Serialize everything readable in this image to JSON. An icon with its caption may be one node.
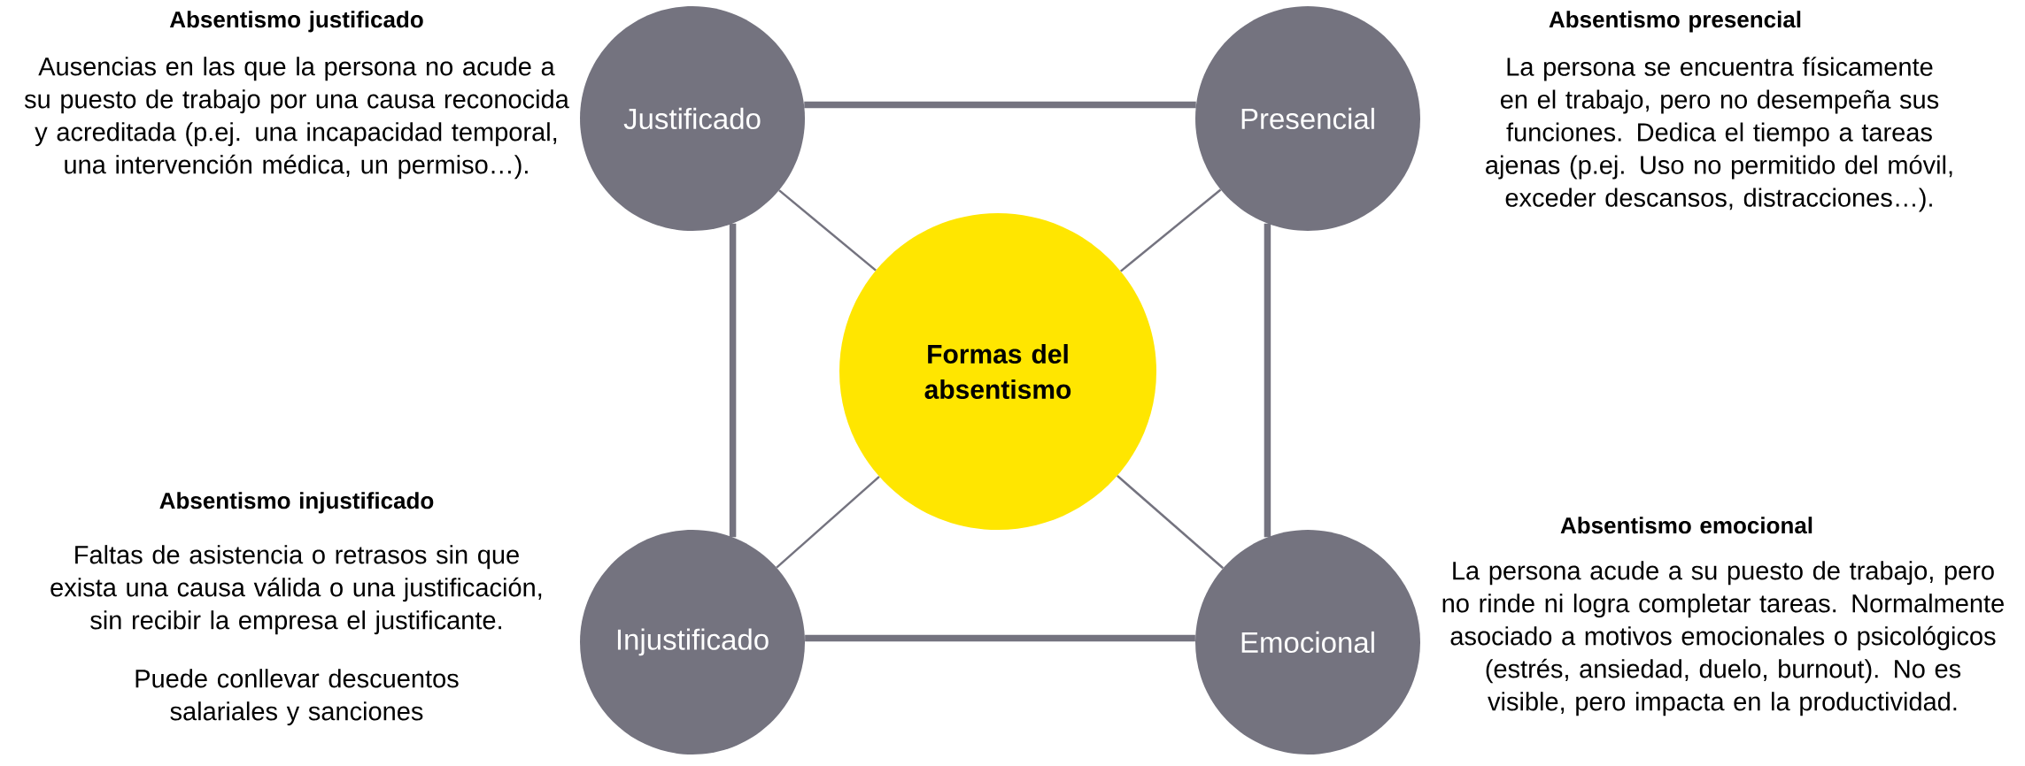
{
  "diagram": {
    "nodes": [
      {
        "text": [
          "Justificado"
        ],
        "beside": [
          "Absentismo justificado",
          "Ausencias en las que la persona no acude a su puesto de trabajo por una causa reconocida y acreditada (p.ej. una incapacidad temporal, una intervención médica, un permiso…)."
        ]
      },
      {
        "text": [
          "Presencial"
        ],
        "beside": [
          "Absentismo presencial",
          "La persona se encuentra físicamente en el trabajo, pero no desempeña sus funciones. Dedica el tiempo a tareas ajenas (p.ej. Uso no permitido del móvil, exceder descansos, distracciones…)."
        ]
      },
      {
        "text": [
          "Formas del absentismo"
        ]
      },
      {
        "text": [
          "Injustificado"
        ],
        "beside": [
          "Absentismo injustificado",
          "Faltas de asistencia o retrasos sin que exista una causa válida o una justificación, sin recibir la empresa el justificante.",
          "Puede conllevar descuentos salariales y sanciones"
        ]
      },
      {
        "text": [
          "Emocional"
        ],
        "beside": [
          "Absentismo emocional",
          "La persona acude a su puesto de trabajo, pero no rinde ni logra completar tareas. Normalmente asociado a motivos emocionales o psicológicos (estrés, ansiedad, duelo, burnout). No es visible, pero impacta en la productividad."
        ]
      }
    ],
    "edges": [
      {
        "from": 0,
        "to": 1,
        "arrow": "none",
        "style": "thick"
      },
      {
        "from": 0,
        "to": 3,
        "arrow": "none",
        "style": "thick"
      },
      {
        "from": 1,
        "to": 4,
        "arrow": "none",
        "style": "thick"
      },
      {
        "from": 3,
        "to": 4,
        "arrow": "none",
        "style": "thick"
      },
      {
        "from": 2,
        "to": 0,
        "arrow": "none"
      },
      {
        "from": 2,
        "to": 1,
        "arrow": "none"
      },
      {
        "from": 2,
        "to": 3,
        "arrow": "none"
      },
      {
        "from": 2,
        "to": 4,
        "arrow": "none"
      }
    ]
  }
}
